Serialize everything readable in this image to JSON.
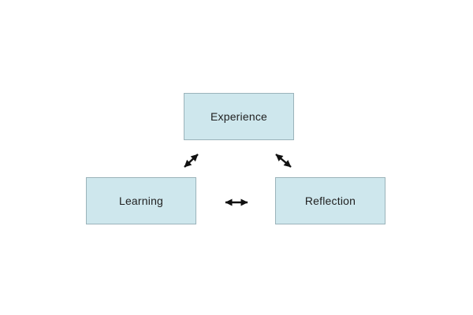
{
  "diagram": {
    "type": "concept-diagram",
    "description": "Three-element experiential learning cycle with bidirectional relationships",
    "nodes": [
      {
        "id": "experience",
        "label": "Experience"
      },
      {
        "id": "learning",
        "label": "Learning"
      },
      {
        "id": "reflection",
        "label": "Reflection"
      }
    ],
    "edges": [
      {
        "from": "learning",
        "to": "experience",
        "bidirectional": true
      },
      {
        "from": "experience",
        "to": "reflection",
        "bidirectional": true
      },
      {
        "from": "learning",
        "to": "reflection",
        "bidirectional": true
      }
    ],
    "colors": {
      "background": "#ffffff",
      "node_fill": "#cee7ed",
      "node_border": "#9bb3ba",
      "node_text": "#1f1f1f",
      "arrow": "#111111"
    }
  }
}
